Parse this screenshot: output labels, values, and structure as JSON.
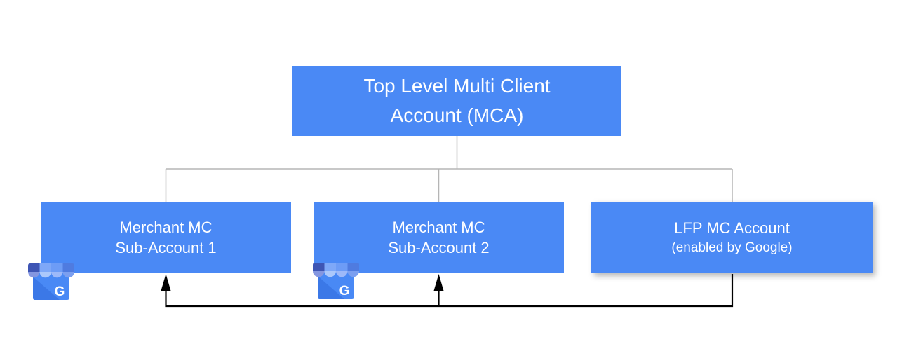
{
  "colors": {
    "box_blue": "#4a89f5",
    "text_white": "#ffffff",
    "connector_gray": "#b5b5b5",
    "arrow_black": "#000000",
    "icon_body_blue": "#4989f5",
    "icon_awning_dark": "#3e55b4",
    "icon_awning_light": "#7ea8f8"
  },
  "diagram": {
    "nodes": {
      "mca": {
        "line1": "Top Level Multi Client",
        "line2": "Account (MCA)"
      },
      "sub1": {
        "line1": "Merchant MC",
        "line2": "Sub-Account 1"
      },
      "sub2": {
        "line1": "Merchant MC",
        "line2": "Sub-Account 2"
      },
      "lfp": {
        "line1": "LFP MC Account",
        "line2": "(enabled by Google)"
      }
    },
    "icons": {
      "merchant_badge": "google-my-business-icon",
      "badge_letter": "G"
    }
  }
}
